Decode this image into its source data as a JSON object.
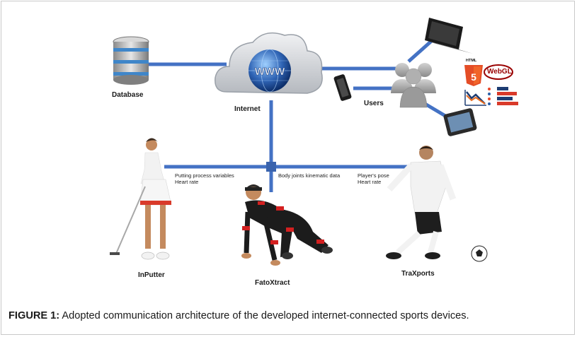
{
  "nodes": {
    "database": "Database",
    "internet": "Internet",
    "www": "WWW",
    "users": "Users",
    "html": "HTML",
    "html_num": "5",
    "webgl": "WebGL",
    "inputter": "InPutter",
    "fatoxtract": "FatoXtract",
    "traxports": "TraXports"
  },
  "links": {
    "inputter_line1": "Putting process variables",
    "inputter_line2": "Heart rate",
    "fatoxtract_line1": "Body joints kinematic data",
    "traxports_line1": "Player's pose",
    "traxports_line2": "Heart rate"
  },
  "caption": {
    "label": "FIGURE 1:",
    "text": " Adopted communication architecture of the developed internet-connected sports devices."
  },
  "colors": {
    "link": "#4472c4",
    "database": "#3f86c9",
    "cloud": "#c9ccd1",
    "globe": "#2f64b5",
    "users": "#9c9c9c"
  }
}
